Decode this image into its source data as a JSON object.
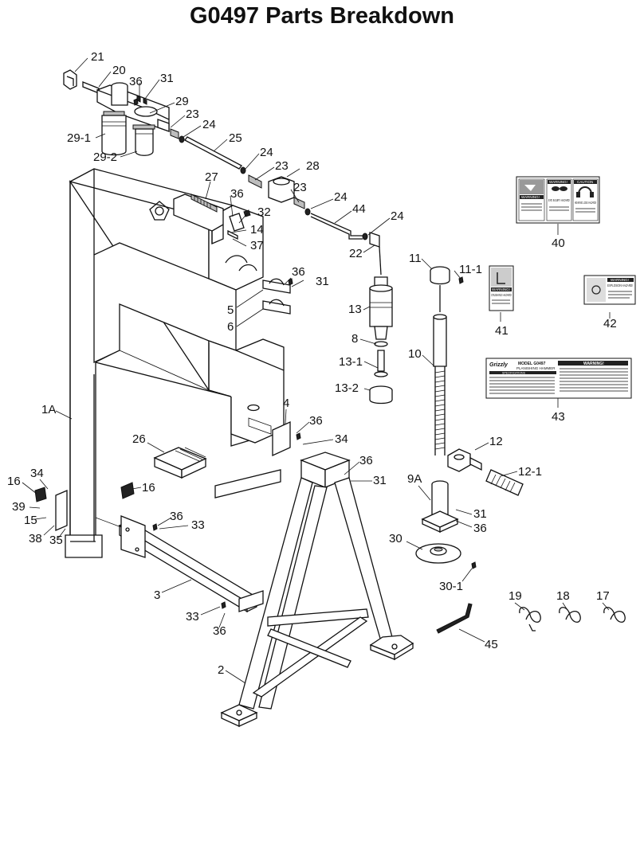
{
  "title": "G0497 Parts Breakdown",
  "labels": {
    "p21": "21",
    "p20": "20",
    "p36a": "36",
    "p31a": "31",
    "p29": "29",
    "p23a": "23",
    "p24a": "24",
    "p29_1": "29-1",
    "p29_2": "29-2",
    "p25": "25",
    "p24b": "24",
    "p23b": "23",
    "p28": "28",
    "p27": "27",
    "p36b": "36",
    "p23c": "23",
    "p24c": "24",
    "p32": "32",
    "p44": "44",
    "p24d": "24",
    "p14": "14",
    "p37": "37",
    "p22": "22",
    "p11": "11",
    "p11_1": "11-1",
    "p40": "40",
    "p36c": "36",
    "p31b": "31",
    "p5": "5",
    "p6": "6",
    "p13": "13",
    "p41": "41",
    "p42": "42",
    "p8": "8",
    "p10": "10",
    "p13_1": "13-1",
    "p13_2": "13-2",
    "p43": "43",
    "p1A": "1A",
    "p4": "4",
    "p36d": "36",
    "p34a": "34",
    "p12": "12",
    "p26": "26",
    "p36e": "36",
    "p31c": "31",
    "p12_1": "12-1",
    "p9A": "9A",
    "p34b": "34",
    "p16a": "16",
    "p16b": "16",
    "p39": "39",
    "p15": "15",
    "p38": "38",
    "p35": "35",
    "p36f": "36",
    "p33a": "33",
    "p31d": "31",
    "p36g": "36",
    "p30": "30",
    "p30_1": "30-1",
    "p3": "3",
    "p19": "19",
    "p18": "18",
    "p17": "17",
    "p33b": "33",
    "p36h": "36",
    "p45": "45",
    "p2": "2"
  },
  "decals": {
    "d40": {
      "w1": "WARNING!",
      "w2": "WARNING!",
      "w3": "CAUTION",
      "t2": "EYE INJURY HAZARD!",
      "t3": "HEARING LOSS HAZARD!"
    },
    "d41": {
      "w": "WARNING!",
      "t": "CRUSHING HAZARD!"
    },
    "d42": {
      "w": "WARNING!",
      "t": "EXPLOSION HAZARD!"
    },
    "d43": {
      "brand": "Grizzly",
      "model": "MODEL G0497",
      "sub": "PLANISHING HAMMER",
      "w": "WARNING!",
      "spec": "SPECIFICATIONS"
    }
  }
}
